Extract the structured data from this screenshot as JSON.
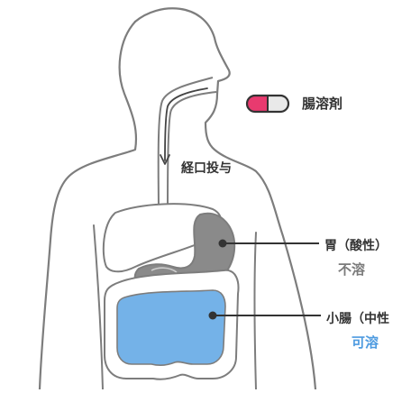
{
  "labels": {
    "enteric_coating": "腸溶剤",
    "oral_administration": "経口投与",
    "stomach": "胃（酸性）",
    "stomach_status": "不溶",
    "small_intestine": "小腸（中性",
    "small_intestine_status": "可溶"
  },
  "colors": {
    "outline": "#7d7d7d",
    "stomach_fill": "#8a8a8a",
    "intestine_fill": "#74b2e8",
    "status_insoluble": "#7b7b7b",
    "status_soluble": "#4e9be0",
    "capsule_pink": "#e83a6f",
    "capsule_white": "#e9e9e9"
  },
  "icons": [
    "capsule-icon",
    "arrow-down-icon"
  ]
}
